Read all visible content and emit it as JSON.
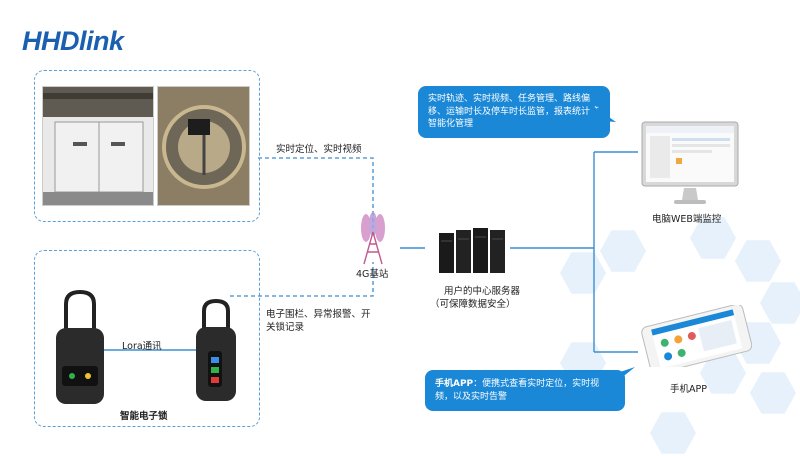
{
  "brand": {
    "logo_text": "HHDlink"
  },
  "links": {
    "top_left": "实时定位、实时视频",
    "lower_left": "电子围栏、异常报警、开关锁记录",
    "lora": "Lora通讯"
  },
  "nodes": {
    "tower": "4G基站",
    "server_line1": "用户的中心服务器",
    "server_line2": "（可保障数据安全）",
    "pc": "电脑WEB端监控",
    "phone": "手机APP",
    "lock": "智能电子锁"
  },
  "callouts": {
    "web": "实时轨迹、实时视频、任务管理、路线偏移、运输时长及停车时长监管，报表统计等智能化管理",
    "app_bold": "手机APP",
    "app_rest": "：便携式查看实时定位，实时视频，以及实时告警"
  },
  "colors": {
    "brand": "#1a5fb0",
    "accent": "#1a88d6",
    "dashed": "#5aa0d8"
  }
}
